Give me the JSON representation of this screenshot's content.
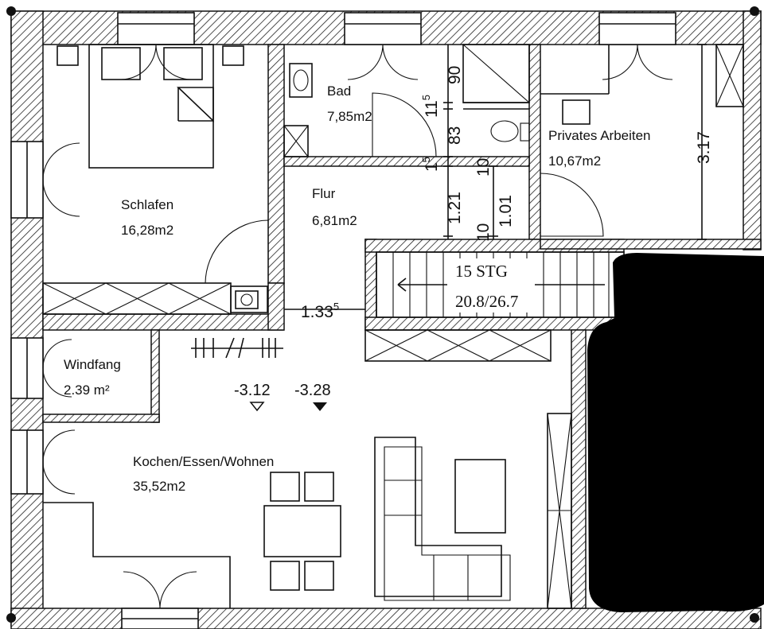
{
  "plan": {
    "rooms": [
      {
        "name": "Schlafen",
        "area": "16,28m2"
      },
      {
        "name": "Bad",
        "area": "7,85m2"
      },
      {
        "name": "Privates Arbeiten",
        "area": "10,67m2"
      },
      {
        "name": "Flur",
        "area": "6,81m2"
      },
      {
        "name": "Windfang",
        "area": "2.39 m²"
      },
      {
        "name": "Kochen/Essen/Wohnen",
        "area": "35,52m2"
      }
    ],
    "stairs": {
      "steps": "15 STG",
      "ratio": "20.8/26.7"
    },
    "dimensions": {
      "flur_width": "1.33",
      "flur_width_sup": "5",
      "bad_height_1": "90",
      "bad_height_2": "11",
      "bad_height_2_sup": "5",
      "bad_height_3": "83",
      "bad_height_4": "1",
      "bad_height_4_sup": "5",
      "flur_height_1": "1.21",
      "flur_height_2": "1.01",
      "flur_small_1": "10",
      "flur_small_2": "10",
      "arbeiten_height": "3.17"
    },
    "levels": {
      "level_1": "-3.12",
      "level_2": "-3.28"
    }
  }
}
